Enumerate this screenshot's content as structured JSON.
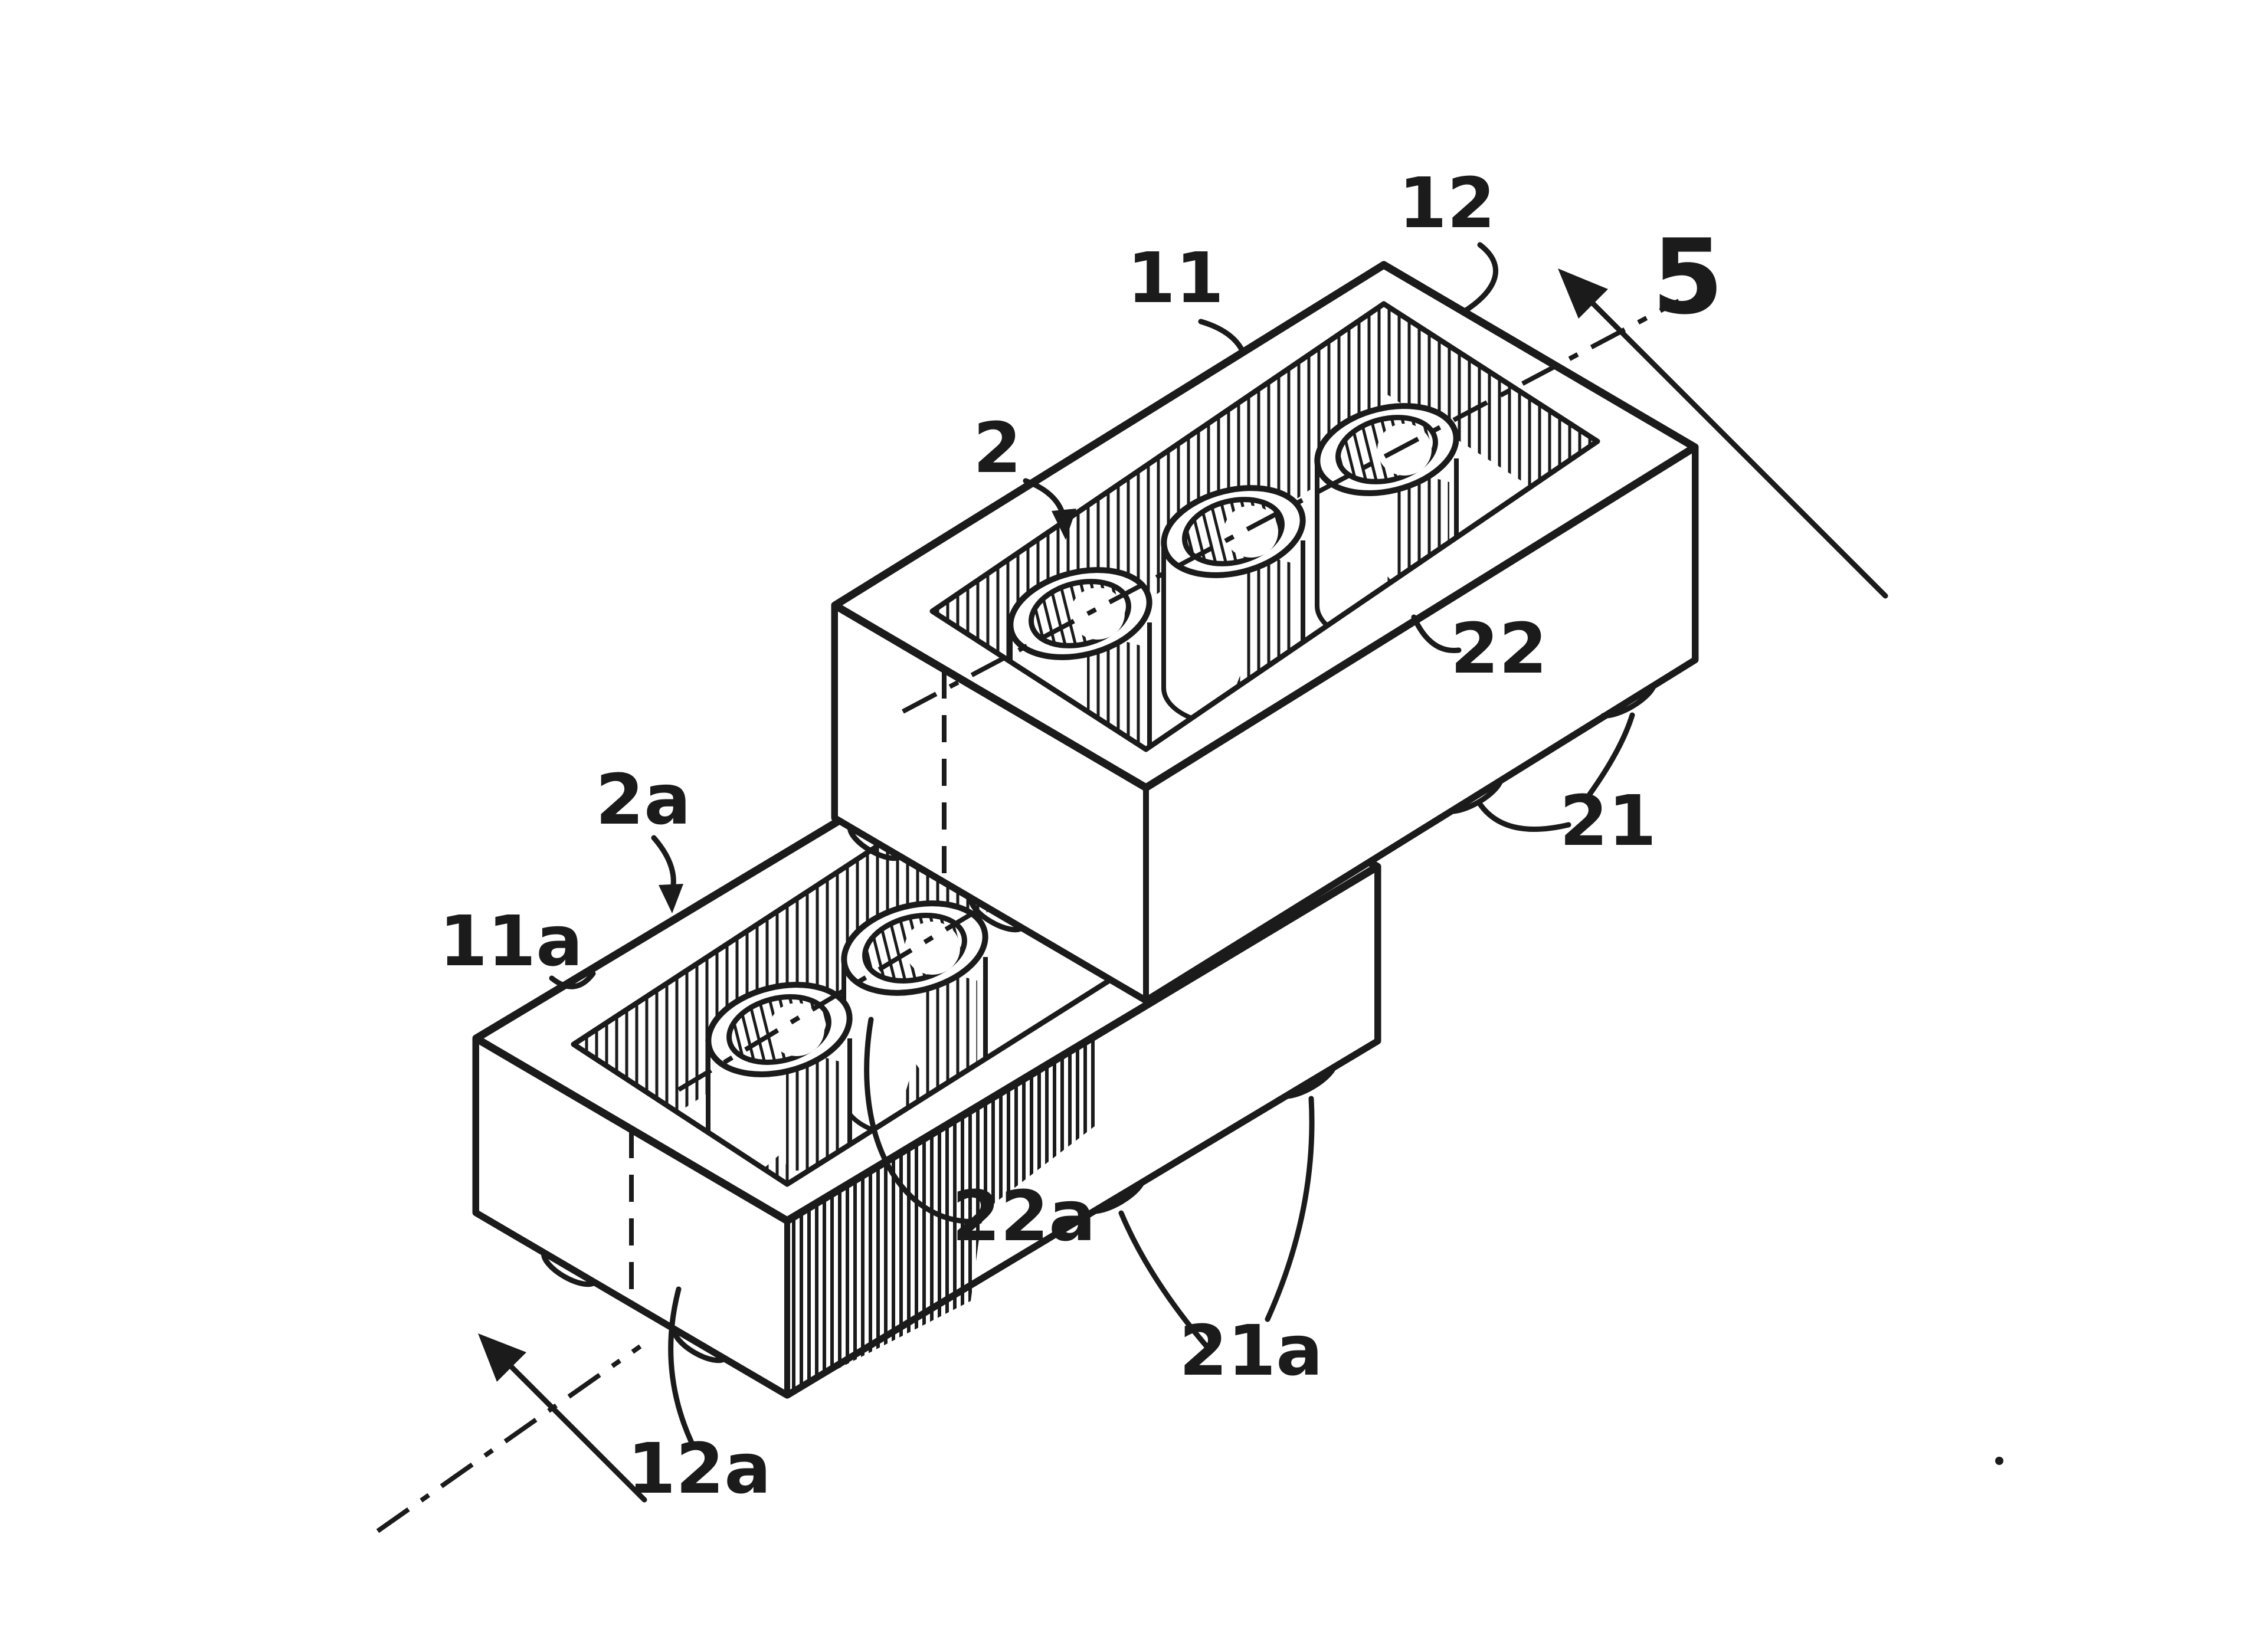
{
  "figure": {
    "kind": "patent-line-drawing",
    "subject": "Two inverted hollow toy building bricks with internal tubes and edge studs, shown in perspective with a section line",
    "paper_color": "#ffffff",
    "ink_color": "#1b1b1b",
    "labels": {
      "n2": {
        "text": "2"
      },
      "n11": {
        "text": "11"
      },
      "n12": {
        "text": "12"
      },
      "n5": {
        "text": "5"
      },
      "n22": {
        "text": "22"
      },
      "n21": {
        "text": "21"
      },
      "n2a": {
        "text": "2a"
      },
      "n11a": {
        "text": "11a"
      },
      "n22a": {
        "text": "22a"
      },
      "n21a": {
        "text": "21a"
      },
      "n12a": {
        "text": "12a"
      }
    }
  }
}
